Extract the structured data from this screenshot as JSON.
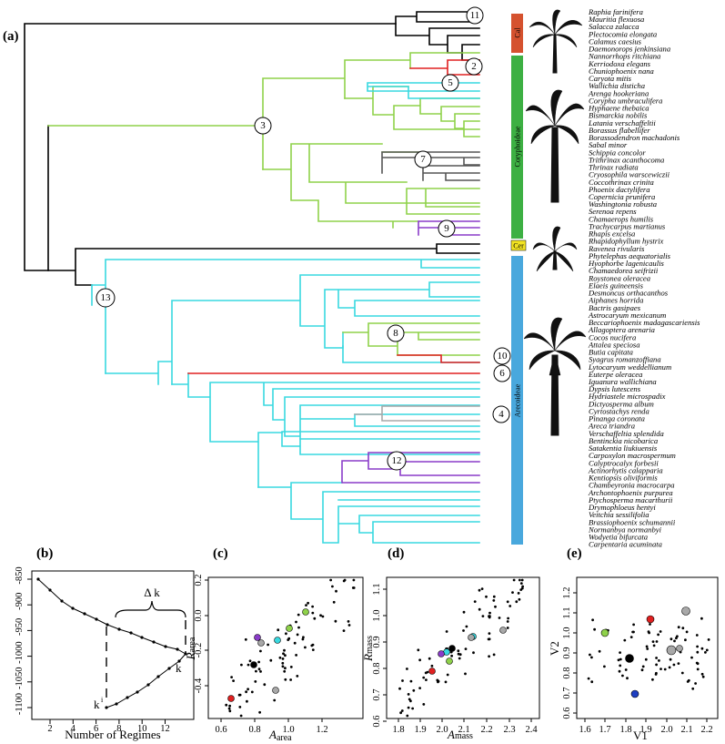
{
  "panel_labels": {
    "a": "(a)",
    "b": "(b)",
    "c": "(c)",
    "d": "(d)",
    "e": "(e)"
  },
  "colors": {
    "black": "#000000",
    "green": "#8fd24a",
    "cyan": "#38d9e0",
    "red": "#e02020",
    "purple": "#8a3cc9",
    "gray": "#a8a8a8",
    "darkgray": "#555555",
    "cal_bar": "#d5522f",
    "cor_bar": "#3db043",
    "cer_bar": "#f2e322",
    "are_bar": "#49a8dd"
  },
  "clades": {
    "cal": "Cal",
    "cor": "Coryphoideae",
    "cer": "Cer",
    "are": "Arecoideae"
  },
  "nodes": [
    "11",
    "2",
    "5",
    "3",
    "7",
    "9",
    "13",
    "8",
    "10",
    "6",
    "4",
    "12"
  ],
  "taxa": [
    "Raphia farinifera",
    "Mauritia flexuosa",
    "Salacca zalacca",
    "Plectocomia elongata",
    "Calamus caesius",
    "Daemonorops jenkinsiana",
    "Nannorrhops ritchiana",
    "Kerriodoxa elegans",
    "Chuniophoenix nana",
    "Caryota mitis",
    "Wallichia disticha",
    "Arenga hookeriana",
    "Corypha umbraculifera",
    "Hyphaene thebaica",
    "Bismarckia nobilis",
    "Latania verschaffeltii",
    "Borassus flabellifer",
    "Borassodendron machadonis",
    "Sabal minor",
    "Schippia concolor",
    "Trithrinax acanthocoma",
    "Thrinax radiata",
    "Cryosophila warscewiczii",
    "Coccothrinax crinita",
    "Phoenix dactylifera",
    "Copernicia prunifera",
    "Washingtonia robusta",
    "Serenoa repens",
    "Chamaerops humilis",
    "Trachycarpus martianus",
    "Rhapis excelsa",
    "Rhapidophyllum hystrix",
    "Ravenea rivularis",
    "Phytelephas aequatorialis",
    "Hyophorbe lagenicaulis",
    "Chamaedorea seifrizii",
    "Roystonea oleracea",
    "Elaeis guineensis",
    "Desmoncus orthacanthos",
    "Aiphanes horrida",
    "Bactris gasipaes",
    "Astrocaryum mexicanum",
    "Beccariophoenix madagascariensis",
    "Allagoptera arenaria",
    "Cocos nucifera",
    "Attalea speciosa",
    "Butia capitata",
    "Syagrus romanzoffiana",
    "Lytocaryum weddellianum",
    "Euterpe oleracea",
    "Iguanura wallichiana",
    "Dypsis lutescens",
    "Hydriastele microspadix",
    "Dictyosperma album",
    "Cyrtostachys renda",
    "Pinanga coronata",
    "Areca triandra",
    "Verschaffeltia splendida",
    "Bentinckia nicobarica",
    "Satakentia liukiuensis",
    "Carpoxylon macrospermum",
    "Calyptrocalyx forbesii",
    "Actinorhytis calapparia",
    "Kentiopsis oliviformis",
    "Chambeyronia macrocarpa",
    "Archontophoenix purpurea",
    "Ptychosperma macarthurii",
    "Drymophloeus hentyi",
    "Veitchia sessilifolia",
    "Brassiophoenix schumannii",
    "Normanbya normanbyi",
    "Wodyetia bifurcata",
    "Carpentaria acuminata"
  ],
  "panel_b": {
    "xlabel": "Number of Regimes",
    "ticks_x": [
      "2",
      "4",
      "6",
      "8",
      "10",
      "12"
    ],
    "ticks_y": [
      "-850",
      "-900",
      "-950",
      "-1000",
      "-1050",
      "-1100"
    ],
    "delta_label": "Δ k",
    "k_label": "k",
    "ki_label": "k",
    "ki_sup": "i"
  },
  "panel_c": {
    "ylabel_main": "R",
    "ylabel_sub": "area",
    "xlabel_main": "A",
    "xlabel_sub": "area",
    "ticks_x": [
      "0.6",
      "0.8",
      "1.0",
      "1.2"
    ],
    "ticks_y": [
      "0.2",
      "0.0",
      "-0.2",
      "-0.4"
    ]
  },
  "panel_d": {
    "ylabel_main": "R",
    "ylabel_sub": "mass",
    "xlabel_main": "A",
    "xlabel_sub": "mass",
    "ticks_x": [
      "1.8",
      "1.9",
      "2.0",
      "2.1",
      "2.2",
      "2.3",
      "2.4"
    ],
    "ticks_y": [
      "1.1",
      "1.0",
      "0.9",
      "0.8",
      "0.7",
      "0.6"
    ]
  },
  "panel_e": {
    "ylabel": "V2",
    "xlabel": "V1",
    "ticks_x": [
      "1.6",
      "1.7",
      "1.8",
      "1.9",
      "2.0",
      "2.1",
      "2.2"
    ],
    "ticks_y": [
      "1.2",
      "1.1",
      "1.0",
      "0.9",
      "0.8",
      "0.7",
      "0.6"
    ]
  }
}
